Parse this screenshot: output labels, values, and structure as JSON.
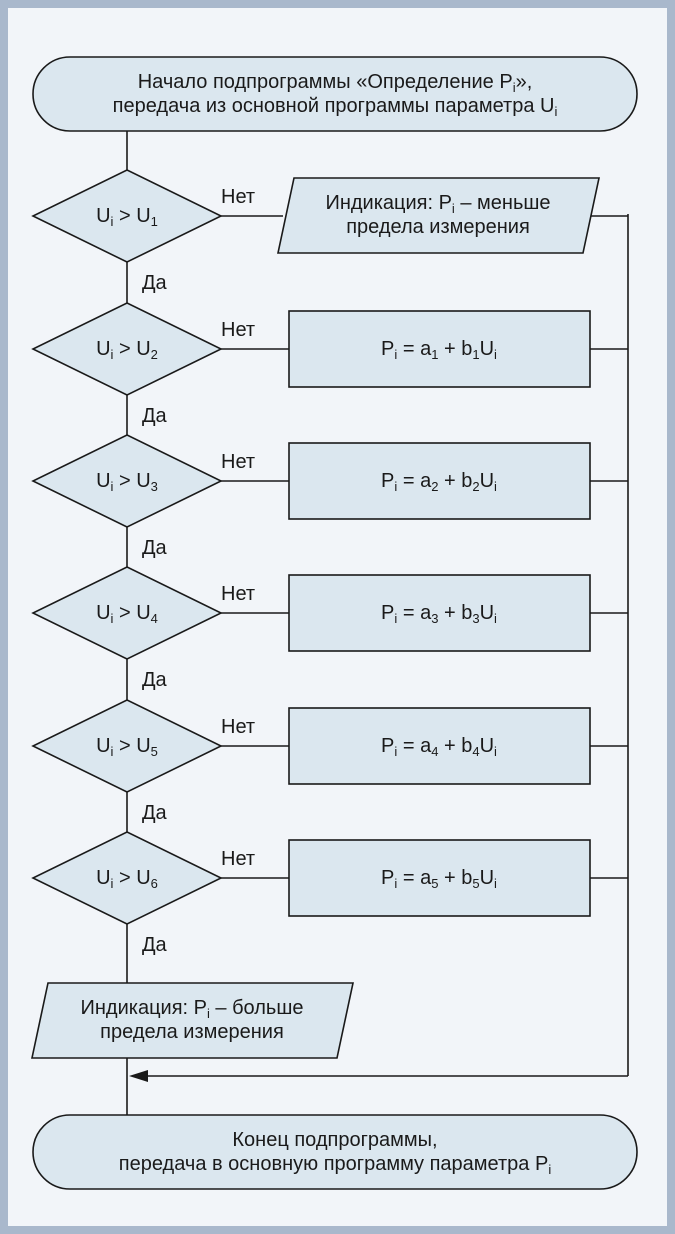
{
  "start": {
    "line1_a": "Начало подпрограммы «Определение P",
    "line1_sub": "i",
    "line1_b": "»,",
    "line2_a": "передача из основной программы параметра U",
    "line2_sub": "i"
  },
  "decisions": [
    {
      "lhs": "U",
      "lhs_sub": "i",
      "op": " > ",
      "rhs": "U",
      "rhs_sub": "1",
      "no": "Нет",
      "yes": "Да"
    },
    {
      "lhs": "U",
      "lhs_sub": "i",
      "op": " > ",
      "rhs": "U",
      "rhs_sub": "2",
      "no": "Нет",
      "yes": "Да"
    },
    {
      "lhs": "U",
      "lhs_sub": "i",
      "op": " > ",
      "rhs": "U",
      "rhs_sub": "3",
      "no": "Нет",
      "yes": "Да"
    },
    {
      "lhs": "U",
      "lhs_sub": "i",
      "op": " > ",
      "rhs": "U",
      "rhs_sub": "4",
      "no": "Нет",
      "yes": "Да"
    },
    {
      "lhs": "U",
      "lhs_sub": "i",
      "op": " > ",
      "rhs": "U",
      "rhs_sub": "5",
      "no": "Нет",
      "yes": "Да"
    },
    {
      "lhs": "U",
      "lhs_sub": "i",
      "op": " > ",
      "rhs": "U",
      "rhs_sub": "6",
      "no": "Нет",
      "yes": "Да"
    }
  ],
  "indication_low": {
    "line1_a": "Индикация: P",
    "line1_sub": "i",
    "line1_b": " – меньше",
    "line2": "предела измерения"
  },
  "formulas": [
    {
      "p": "P",
      "p_sub": "i",
      "eq": " = a",
      "a_sub": "1",
      "plus": " + b",
      "b_sub": "1",
      "u": "U",
      "u_sub": "i"
    },
    {
      "p": "P",
      "p_sub": "i",
      "eq": " = a",
      "a_sub": "2",
      "plus": " + b",
      "b_sub": "2",
      "u": "U",
      "u_sub": "i"
    },
    {
      "p": "P",
      "p_sub": "i",
      "eq": " = a",
      "a_sub": "3",
      "plus": " + b",
      "b_sub": "3",
      "u": "U",
      "u_sub": "i"
    },
    {
      "p": "P",
      "p_sub": "i",
      "eq": " = a",
      "a_sub": "4",
      "plus": " + b",
      "b_sub": "4",
      "u": "U",
      "u_sub": "i"
    },
    {
      "p": "P",
      "p_sub": "i",
      "eq": " = a",
      "a_sub": "5",
      "plus": " + b",
      "b_sub": "5",
      "u": "U",
      "u_sub": "i"
    }
  ],
  "indication_high": {
    "line1_a": "Индикация: P",
    "line1_sub": "i",
    "line1_b": " – больше",
    "line2": "предела измерения"
  },
  "end": {
    "line1": "Конец подпрограммы,",
    "line2_a": "передача в основную программу параметра P",
    "line2_sub": "i"
  },
  "colors": {
    "background": "#f2f5f9",
    "border": "#a9b8cc",
    "shape_fill": "#dbe7ef",
    "line": "#1a1a1a"
  }
}
